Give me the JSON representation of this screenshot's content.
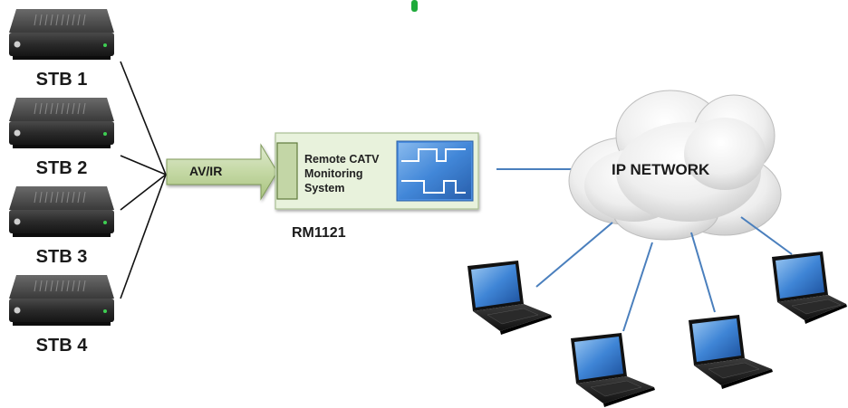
{
  "stbs": [
    {
      "label": "STB 1"
    },
    {
      "label": "STB 2"
    },
    {
      "label": "STB 3"
    },
    {
      "label": "STB 4"
    }
  ],
  "signal": {
    "label": "AV/IR"
  },
  "monitor": {
    "text_lines": [
      "Remote CATV",
      "Monitoring",
      "System"
    ],
    "model": "RM1121"
  },
  "network": {
    "label": "IP NETWORK"
  },
  "laptops": [
    {},
    {},
    {},
    {}
  ],
  "colors": {
    "link_line": "#4a7fbd",
    "arrow_fill": "#c4d8a4",
    "box_fill": "#e8f2dc",
    "screen_blue": "#3f85d6"
  }
}
